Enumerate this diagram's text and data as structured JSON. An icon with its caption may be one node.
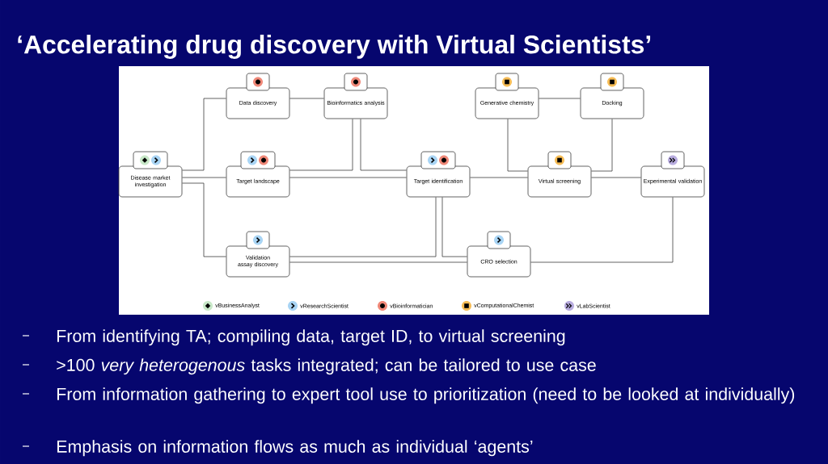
{
  "diagram": {
    "title": "‘Accelerating drug discovery with Virtual Scientists’",
    "nodes": [
      {
        "text": [
          "Disease market investigation"
        ]
      },
      {
        "text": [
          "Data discovery"
        ]
      },
      {
        "text": [
          "Bioinformatics analysis"
        ]
      },
      {
        "text": [
          "Target landscape"
        ]
      },
      {
        "text": [
          "Target identification"
        ]
      },
      {
        "text": [
          "Generative chemistry"
        ]
      },
      {
        "text": [
          "Docking"
        ]
      },
      {
        "text": [
          "Virtual screening"
        ]
      },
      {
        "text": [
          "Experimental validation"
        ]
      },
      {
        "text": [
          "Validation assay discovery"
        ]
      },
      {
        "text": [
          "CRO selection"
        ]
      }
    ],
    "edges": [
      {
        "from": 0,
        "to": 1,
        "arrow": "none"
      },
      {
        "from": 0,
        "to": 3,
        "arrow": "none"
      },
      {
        "from": 0,
        "to": 9,
        "arrow": "none"
      },
      {
        "from": 1,
        "to": 2,
        "arrow": "none"
      },
      {
        "from": 2,
        "to": 3,
        "arrow": "none"
      },
      {
        "from": 2,
        "to": 4,
        "arrow": "none"
      },
      {
        "from": 3,
        "to": 4,
        "arrow": "none"
      },
      {
        "from": 4,
        "to": 7,
        "arrow": "none"
      },
      {
        "from": 5,
        "to": 7,
        "arrow": "none"
      },
      {
        "from": 6,
        "to": 7,
        "arrow": "none"
      },
      {
        "from": 5,
        "to": 6,
        "arrow": "none"
      },
      {
        "from": 7,
        "to": 8,
        "arrow": "none"
      },
      {
        "from": 4,
        "to": 9,
        "arrow": "none"
      },
      {
        "from": 4,
        "to": 10,
        "arrow": "none"
      },
      {
        "from": 9,
        "to": 10,
        "arrow": "none"
      },
      {
        "from": 10,
        "to": 8,
        "arrow": "none"
      }
    ],
    "labels": [
      "From identifying TA; compiling data, target ID, to virtual screening",
      ">100 *very heterogenous* tasks integrated; can be tailored to use case",
      "From information gathering to expert tool use to prioritization (need to be looked at individually)",
      "Emphasis on information flows as much as individual ‘agents’"
    ],
    "legend": [
      {
        "text": "vBusinessAnalyst",
        "color": "#c8e8c8"
      },
      {
        "text": "vResearchScientist",
        "color": "#a8d4f4"
      },
      {
        "text": "vBioinformatician",
        "color": "#f08878"
      },
      {
        "text": "vComputationalChemist",
        "color": "#f6bc55"
      },
      {
        "text": "vLabScientist",
        "color": "#b8acdf"
      }
    ]
  }
}
